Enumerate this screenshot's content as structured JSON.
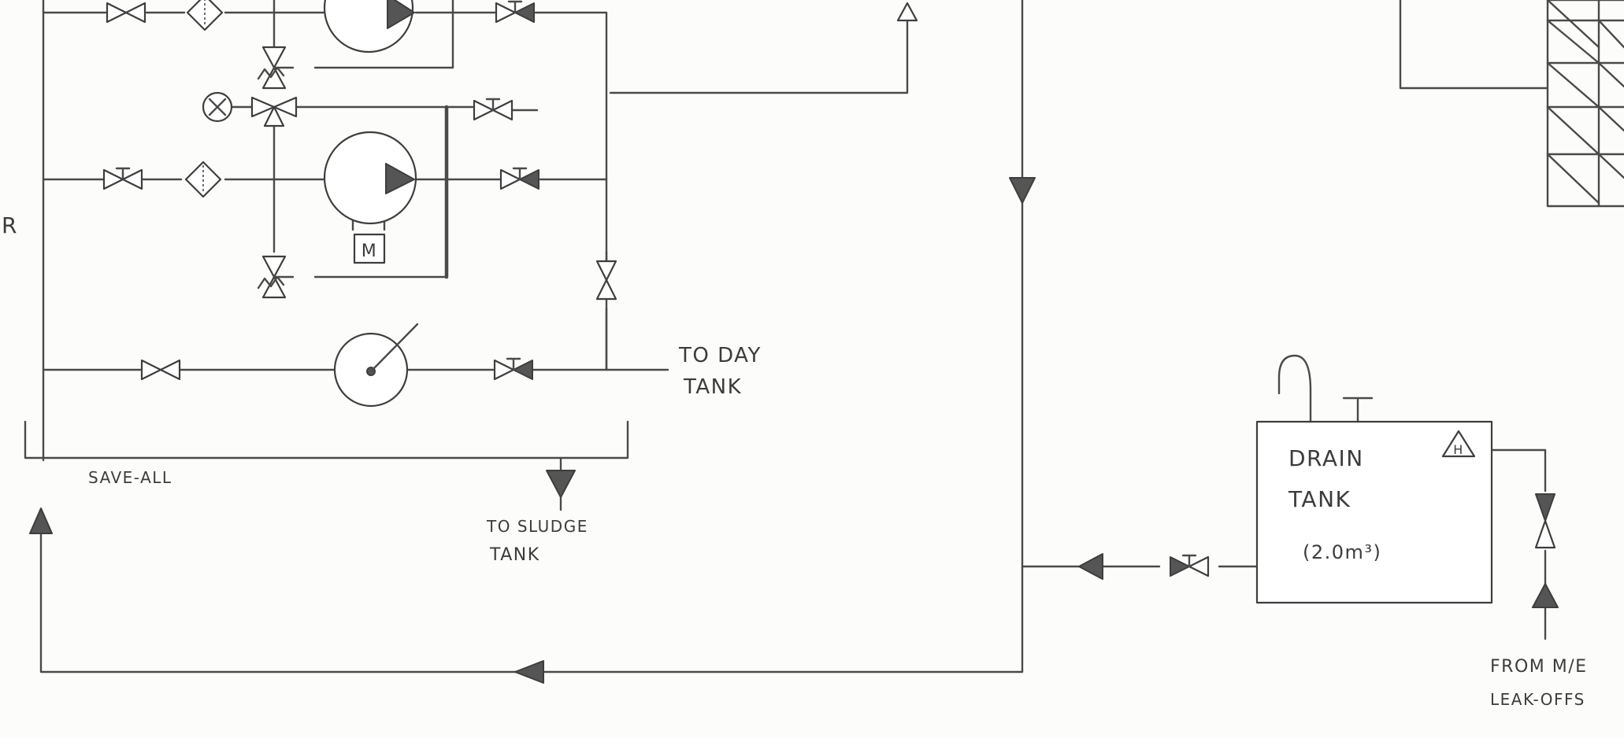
{
  "labels": {
    "partial_left": "R",
    "day_tank": [
      "TO DAY",
      "TANK"
    ],
    "save_all": "SAVE-ALL",
    "sludge_tank": [
      "TO SLUDGE",
      "TANK"
    ],
    "drain_tank": [
      "DRAIN",
      "TANK"
    ],
    "drain_capacity": "(2.0m³)",
    "high_level_alarm": "H",
    "motor": "M",
    "leak_offs": [
      "FROM M/E",
      "LEAK-OFFS"
    ]
  },
  "colors": {
    "line": "#4a4a4a",
    "arrow_fill": "#555555",
    "paper": "#fcfcfb"
  },
  "icons": {
    "valves": "gate-valve-icon",
    "screw_down_non_return": "screw-down-non-return-valve-icon",
    "strainer": "strainer-icon",
    "pump": "pump-icon",
    "relief": "relief-valve-icon",
    "three_way": "three-way-valve-icon",
    "gauge": "indicator-icon",
    "meter": "flow-meter-icon",
    "flow": "flow-arrow-icon",
    "vent": "vent-pipe-icon",
    "sounding": "sounding-pipe-icon",
    "alarm": "high-level-alarm-icon",
    "hatch": "tank-hatched-icon"
  }
}
